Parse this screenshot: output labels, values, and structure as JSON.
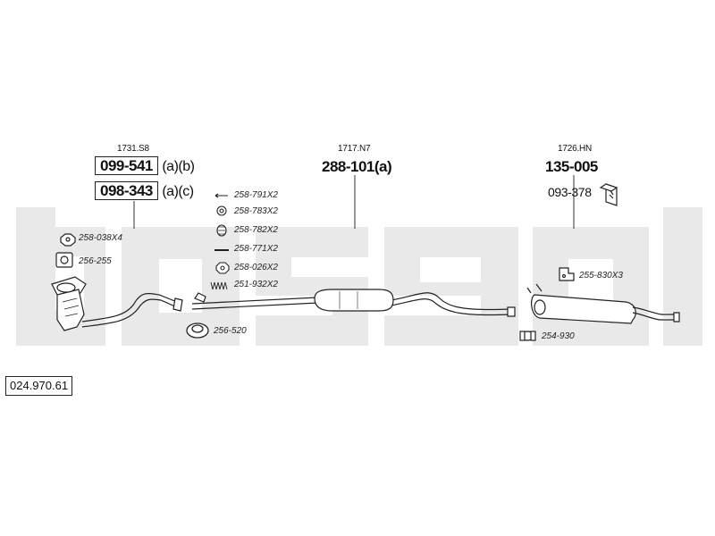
{
  "catalog_number": "024.970.61",
  "watermark_letters": [
    "b",
    "o",
    "s",
    "a",
    "l"
  ],
  "left_assembly": {
    "reference": "1731.S8",
    "part_primary": "099-541",
    "part_primary_suffix": "(a)(b)",
    "part_secondary": "098-343",
    "part_secondary_suffix": "(a)(c)",
    "fittings": [
      "258-791X2",
      "258-783X2",
      "258-782X2",
      "258-771X2",
      "258-026X2",
      "251-932X2"
    ],
    "nut_label": "258-038X4",
    "gasket_label": "256-255",
    "ring_label": "256-520"
  },
  "center_assembly": {
    "reference": "1717.N7",
    "part": "288-101(a)"
  },
  "right_assembly": {
    "reference": "1726.HN",
    "part": "135-005",
    "accessory": "093-378",
    "bracket_label": "255-830X3",
    "clamp_label": "254-930"
  }
}
